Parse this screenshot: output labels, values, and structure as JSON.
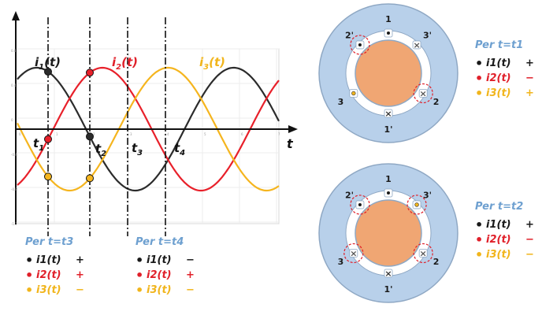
{
  "chart_data": {
    "type": "line",
    "x_axis_label": "t",
    "series": [
      {
        "name": "i1(t)",
        "color": "#2b2b2b",
        "phase_deg": 0
      },
      {
        "name": "i2(t)",
        "color": "#e8202a",
        "phase_deg": -120
      },
      {
        "name": "i3(t)",
        "color": "#f5b51e",
        "phase_deg": 120
      }
    ],
    "curve_labels": [
      {
        "main": "i",
        "sub": "1",
        "tail": "(t)",
        "color": "#1a1a1a"
      },
      {
        "main": "i",
        "sub": "2",
        "tail": "(t)",
        "color": "#e0202a"
      },
      {
        "main": "i",
        "sub": "3",
        "tail": "(t)",
        "color": "#f1b51c"
      }
    ],
    "time_marks": [
      {
        "main": "t",
        "sub": "1"
      },
      {
        "main": "t",
        "sub": "2"
      },
      {
        "main": "t",
        "sub": "3"
      },
      {
        "main": "t",
        "sub": "4"
      }
    ],
    "tick_labels_y": [
      "0.8",
      "0.4",
      "0",
      "-0.4",
      "-0.8",
      "-1.2"
    ],
    "tick_labels_x": [
      "0",
      "1",
      "2",
      "3",
      "4",
      "5",
      "6",
      "7"
    ]
  },
  "panels": {
    "t3": {
      "title": "Per t=t3",
      "rows": [
        {
          "label": "i1(t)",
          "sign": "+",
          "color": "black"
        },
        {
          "label": "i2(t)",
          "sign": "+",
          "color": "red"
        },
        {
          "label": "i3(t)",
          "sign": "−",
          "color": "yellow"
        }
      ]
    },
    "t4": {
      "title": "Per t=t4",
      "rows": [
        {
          "label": "i1(t)",
          "sign": "−",
          "color": "black"
        },
        {
          "label": "i2(t)",
          "sign": "+",
          "color": "red"
        },
        {
          "label": "i3(t)",
          "sign": "−",
          "color": "yellow"
        }
      ]
    },
    "t1": {
      "title": "Per t=t1",
      "rows": [
        {
          "label": "i1(t)",
          "sign": "+",
          "color": "black"
        },
        {
          "label": "i2(t)",
          "sign": "−",
          "color": "red"
        },
        {
          "label": "i3(t)",
          "sign": "+",
          "color": "yellow"
        }
      ]
    },
    "t2": {
      "title": "Per t=t2",
      "rows": [
        {
          "label": "i1(t)",
          "sign": "+",
          "color": "black"
        },
        {
          "label": "i2(t)",
          "sign": "−",
          "color": "red"
        },
        {
          "label": "i3(t)",
          "sign": "−",
          "color": "yellow"
        }
      ]
    }
  },
  "motors": {
    "top": {
      "slot_labels": [
        "1",
        "2'",
        "3'",
        "3",
        "2",
        "1'"
      ]
    },
    "bottom": {
      "slot_labels": [
        "1",
        "2'",
        "3'",
        "3",
        "2",
        "1'"
      ]
    }
  },
  "colors": {
    "stator": "#b8d0ea",
    "rotor": "#f0a673",
    "highlight": "#e0202a",
    "panel_title": "#6ea0d0"
  }
}
